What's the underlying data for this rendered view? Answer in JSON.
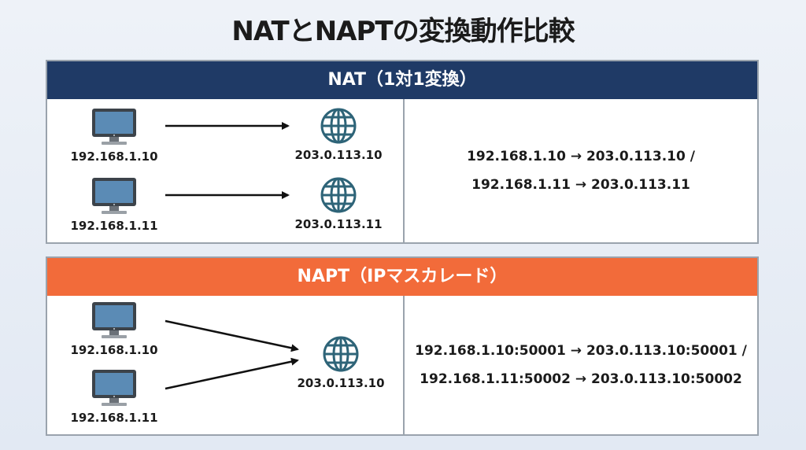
{
  "title": "NATとNAPTの変換動作比較",
  "nat": {
    "header": "NAT（1対1変換）",
    "hosts": [
      "192.168.1.10",
      "192.168.1.11"
    ],
    "globals": [
      "203.0.113.10",
      "203.0.113.11"
    ],
    "mapping_line1": "192.168.1.10 → 203.0.113.10 /",
    "mapping_line2": "192.168.1.11 → 203.0.113.11"
  },
  "napt": {
    "header": "NAPT（IPマスカレード）",
    "hosts": [
      "192.168.1.10",
      "192.168.1.11"
    ],
    "global": "203.0.113.10",
    "mapping_line1": "192.168.1.10:50001 → 203.0.113.10:50001 /",
    "mapping_line2": "192.168.1.11:50002 → 203.0.113.10:50002"
  },
  "icons": {
    "host": "computer-monitor-icon",
    "global": "globe-icon"
  },
  "colors": {
    "nat_header": "#1f3a66",
    "napt_header": "#f26b3a",
    "globe": "#2e6478",
    "monitor_screen": "#5b8bb5"
  }
}
